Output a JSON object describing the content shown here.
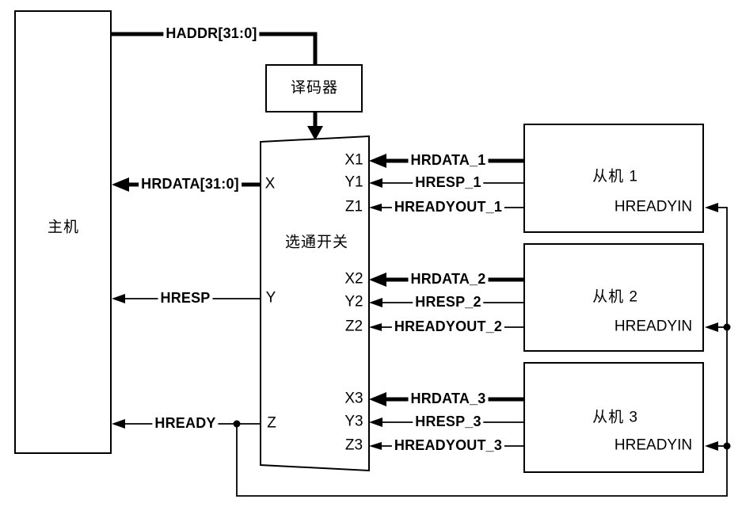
{
  "master": {
    "label": "主机"
  },
  "decoder": {
    "label": "译码器"
  },
  "mux": {
    "label": "选通开关",
    "outputs": [
      {
        "port": "X"
      },
      {
        "port": "Y"
      },
      {
        "port": "Z"
      }
    ],
    "inputs": [
      {
        "port": "X1"
      },
      {
        "port": "Y1"
      },
      {
        "port": "Z1"
      },
      {
        "port": "X2"
      },
      {
        "port": "Y2"
      },
      {
        "port": "Z2"
      },
      {
        "port": "X3"
      },
      {
        "port": "Y3"
      },
      {
        "port": "Z3"
      }
    ]
  },
  "slaves": [
    {
      "label": "从机 1",
      "ready_input": "HREADYIN"
    },
    {
      "label": "从机 2",
      "ready_input": "HREADYIN"
    },
    {
      "label": "从机 3",
      "ready_input": "HREADYIN"
    }
  ],
  "bus_signals": {
    "haddr": "HADDR[31:0]",
    "hrdata": "HRDATA[31:0]",
    "hresp": "HRESP",
    "hready": "HREADY"
  },
  "slave_signals": [
    {
      "hrdata": "HRDATA_1",
      "hresp": "HRESP_1",
      "hreadyout": "HREADYOUT_1"
    },
    {
      "hrdata": "HRDATA_2",
      "hresp": "HRESP_2",
      "hreadyout": "HREADYOUT_2"
    },
    {
      "hrdata": "HRDATA_3",
      "hresp": "HRESP_3",
      "hreadyout": "HREADYOUT_3"
    }
  ],
  "colors": {
    "line": "#000000",
    "background": "#ffffff"
  }
}
